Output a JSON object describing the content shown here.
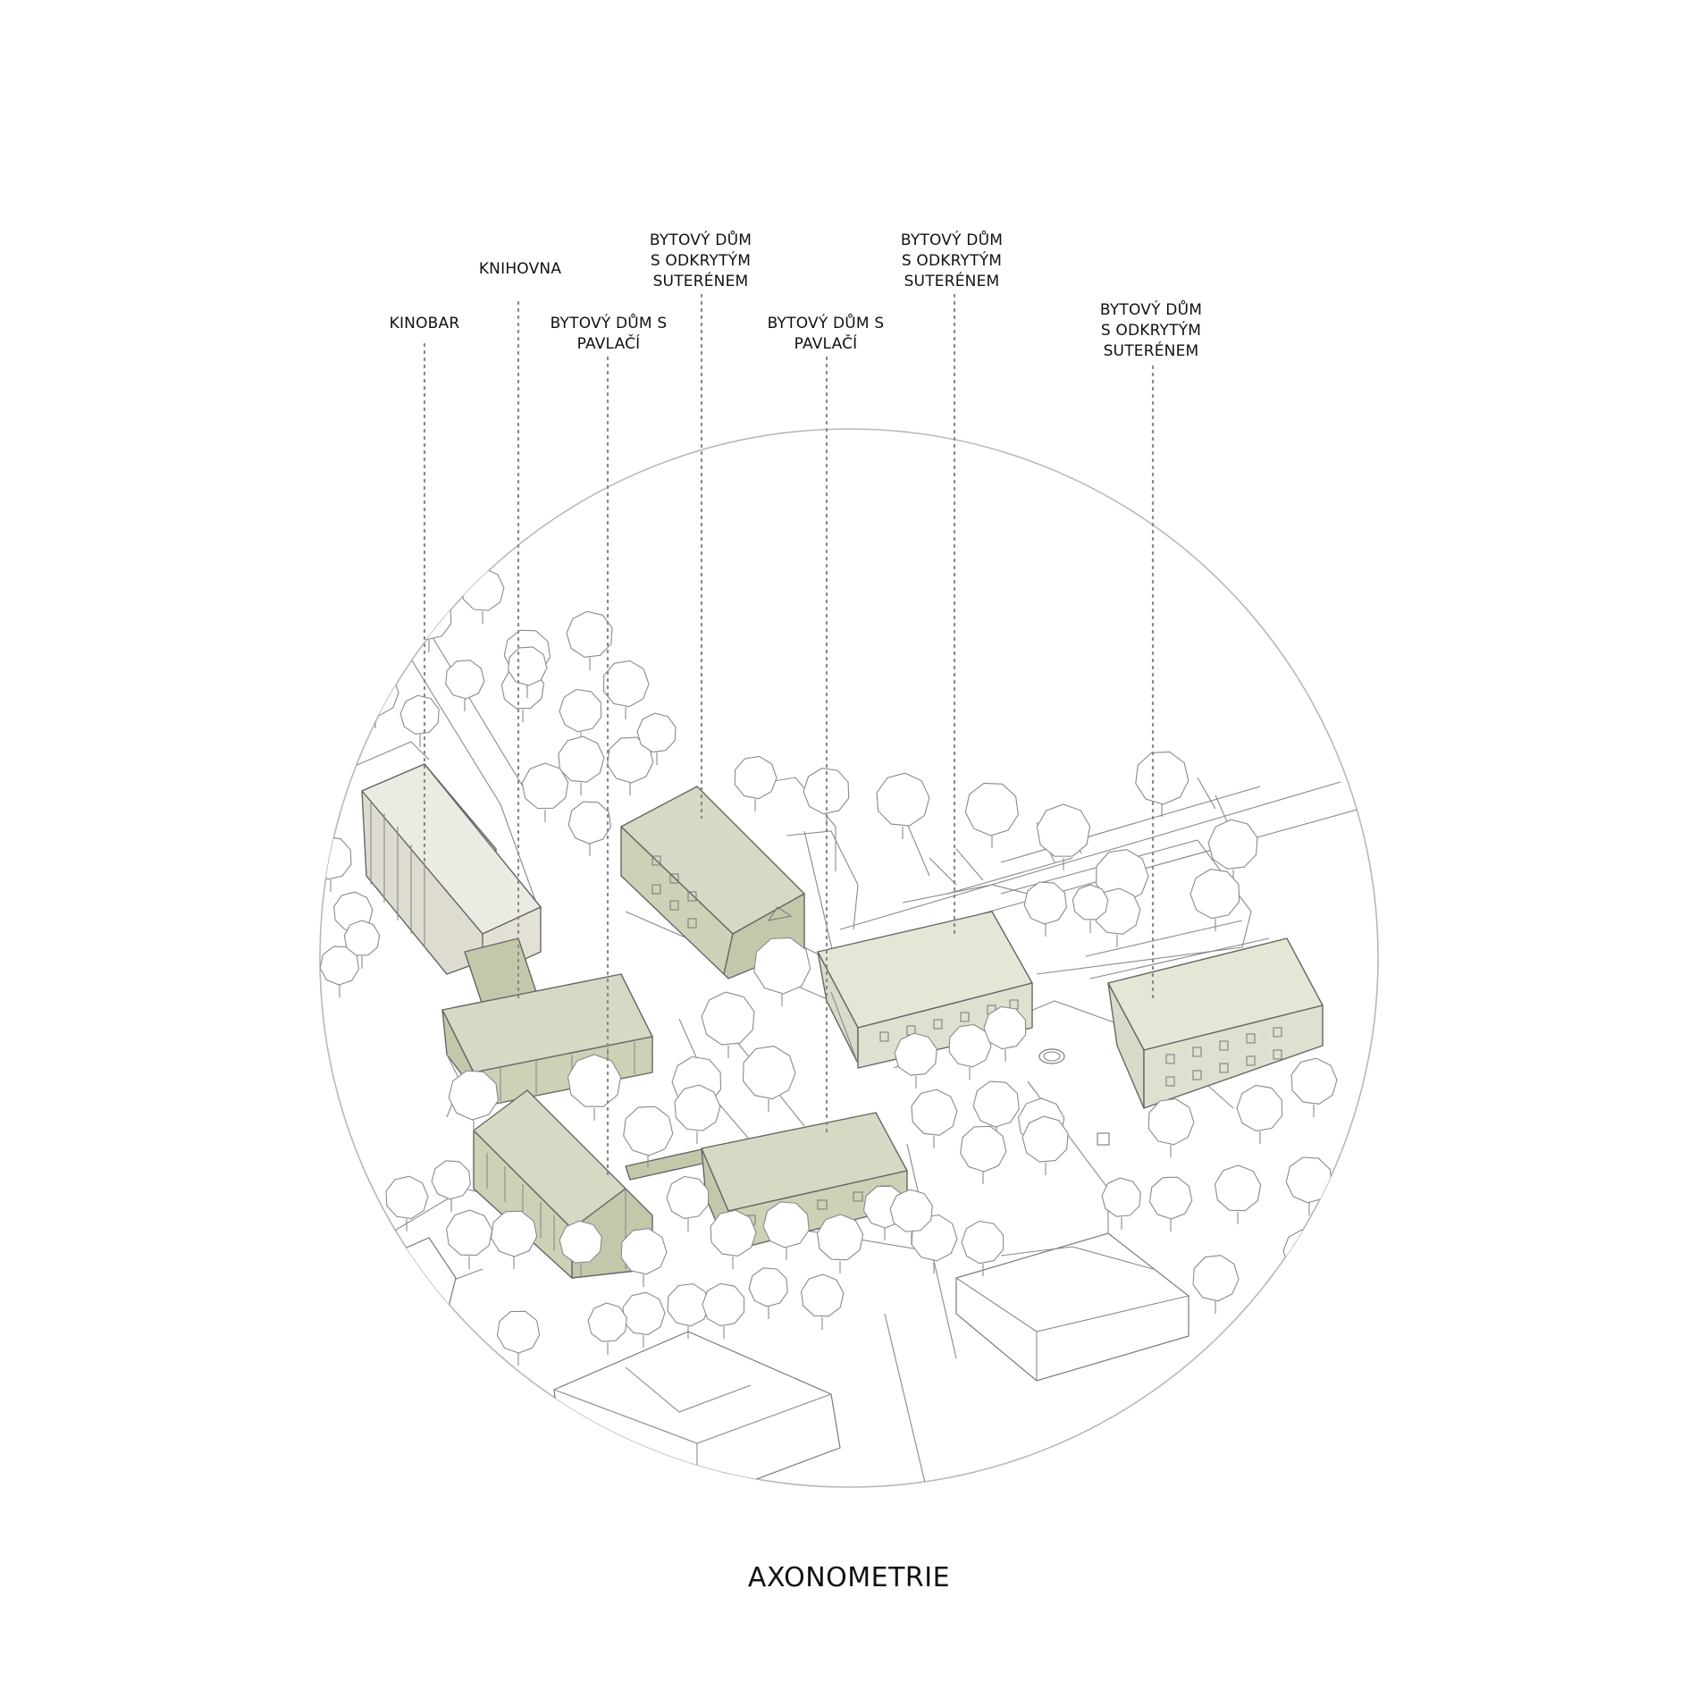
{
  "labels": {
    "kinobar": "KINOBAR",
    "knihovna": "KNIHOVNA",
    "pavlac_1": "BYTOVÝ DŮM S\nPAVLAČÍ",
    "suteren_1": "BYTOVÝ DŮM\nS ODKRYTÝM\nSUTERÉNEM",
    "pavlac_2": "BYTOVÝ DŮM S\nPAVLAČÍ",
    "suteren_2": "BYTOVÝ DŮM\nS ODKRYTÝM\nSUTERÉNEM",
    "suteren_3": "BYTOVÝ DŮM\nS ODKRYTÝM\nSUTERÉNEM"
  },
  "caption": "AXONOMETRIE",
  "colors": {
    "building_sage": "#d6d9c4",
    "building_sage_dark": "#c4c8ab",
    "building_light": "#ecebe3",
    "building_light_dark": "#dedcd1",
    "linework": "#8a8a8a",
    "circle": "#b8b8b8"
  }
}
